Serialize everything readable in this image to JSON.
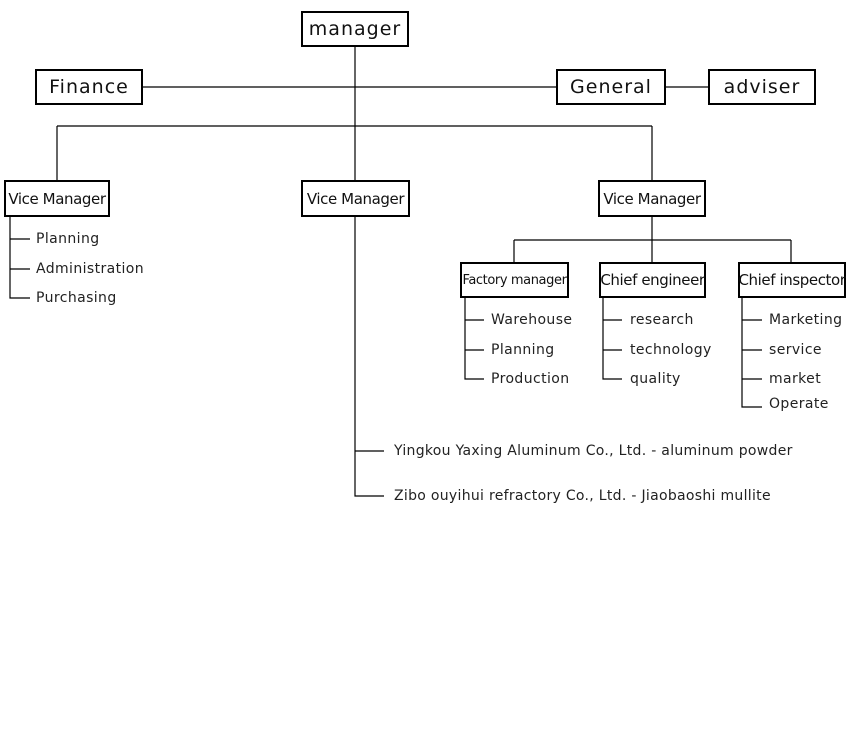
{
  "top": {
    "manager": "manager",
    "finance": "Finance",
    "general": "General",
    "adviser": "adviser"
  },
  "vice_managers": [
    {
      "label": "Vice Manager",
      "items": [
        "Planning",
        "Administration",
        "Purchasing"
      ]
    },
    {
      "label": "Vice Manager"
    },
    {
      "label": "Vice Manager"
    }
  ],
  "departments": [
    {
      "label": "Factory manager",
      "items": [
        "Warehouse",
        "Planning",
        "Production"
      ]
    },
    {
      "label": "Chief engineer",
      "items": [
        "research",
        "technology",
        "quality"
      ]
    },
    {
      "label": "Chief inspector",
      "items": [
        "Marketing",
        "service",
        "market",
        "Operate"
      ]
    }
  ],
  "companies": [
    "Yingkou Yaxing Aluminum Co., Ltd. - aluminum powder",
    "Zibo ouyihui refractory Co., Ltd. - Jiaobaoshi mullite"
  ]
}
